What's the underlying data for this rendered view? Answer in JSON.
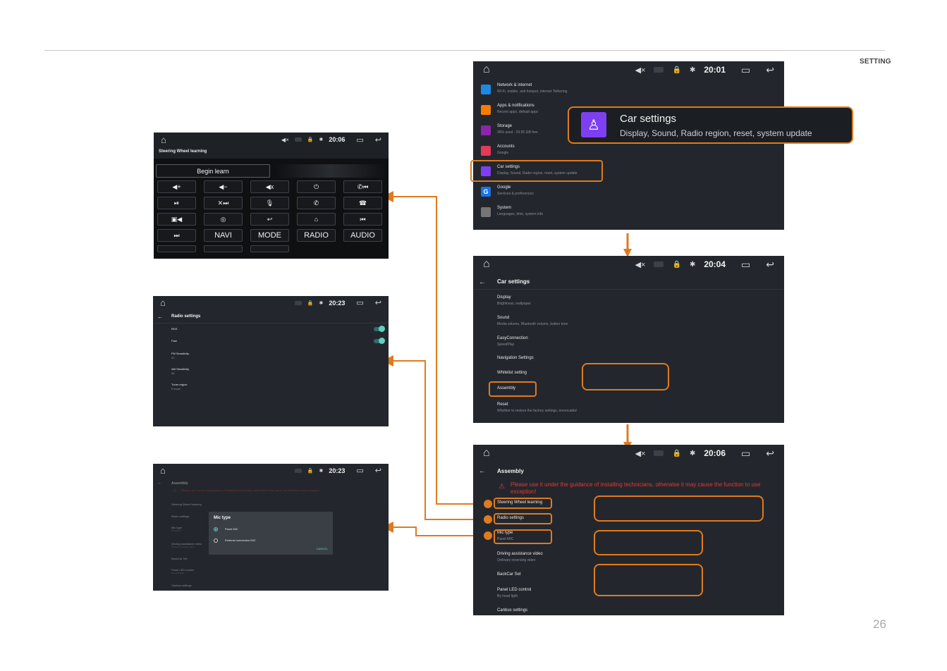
{
  "page": {
    "section_label": "SETTING",
    "page_number": "26"
  },
  "colors": {
    "accent": "#e07a1f",
    "screen_bg": "#23272d",
    "warning": "#e53935",
    "toggle": "#5fd0c2",
    "car_settings_icon": "#7e3ff2"
  },
  "icons": {
    "home": "home-icon",
    "mute": "mute-icon",
    "lock": "lock-icon",
    "bluetooth": "bluetooth-icon",
    "recent": "recent-apps-icon",
    "back": "back-icon"
  },
  "screen_settings": {
    "time": "20:01",
    "items": [
      {
        "title": "Network & internet",
        "subtitle": "Wi-Fi, mobile, and hotspot, internet Tethering",
        "icon": "wifi-icon",
        "color": "#1e88e5"
      },
      {
        "title": "Apps & notifications",
        "subtitle": "Recent apps, default apps",
        "icon": "apps-icon",
        "color": "#f57c00"
      },
      {
        "title": "Storage",
        "subtitle": "36% used - 20.55 GB free",
        "icon": "storage-icon",
        "color": "#8e24aa"
      },
      {
        "title": "Accounts",
        "subtitle": "Google",
        "icon": "accounts-icon",
        "color": "#e53958"
      },
      {
        "title": "Car settings",
        "subtitle": "Display, Sound, Radio region, reset, system update",
        "icon": "car-settings-icon",
        "color": "#7e3ff2"
      },
      {
        "title": "Google",
        "subtitle": "Services & preferences",
        "icon": "google-icon",
        "color": "#1a73e8",
        "glyph": "G"
      },
      {
        "title": "System",
        "subtitle": "Languages, time, system info",
        "icon": "system-info-icon",
        "color": "#757575"
      }
    ],
    "callout": {
      "title": "Car settings",
      "subtitle": "Display, Sound, Radio region, reset, system update"
    }
  },
  "screen_car_settings": {
    "time": "20:04",
    "title": "Car settings",
    "items": [
      {
        "title": "Display",
        "subtitle": "Brightness, wallpaper"
      },
      {
        "title": "Sound",
        "subtitle": "Media volume, Bluetooth volume, button tone"
      },
      {
        "title": "EasyConnection",
        "subtitle": "SpeedPlay"
      },
      {
        "title": "Navigation Settings",
        "subtitle": ""
      },
      {
        "title": "Whitelist setting",
        "subtitle": ""
      },
      {
        "title": "Assembly",
        "subtitle": ""
      },
      {
        "title": "Reset",
        "subtitle": "Whether to restore the factory settings, irrevocable!"
      }
    ]
  },
  "screen_assembly": {
    "time": "20:06",
    "title": "Assembly",
    "warning": "Please use it under the guidance of installing technicians, otherwise it may cause the function to use exception!",
    "items": [
      {
        "title": "Steering Wheel learning",
        "subtitle": ""
      },
      {
        "title": "Radio settings",
        "subtitle": ""
      },
      {
        "title": "Mic type",
        "subtitle": "Panel MIC"
      },
      {
        "title": "Driving assistance video",
        "subtitle": "Ordinary reversing video"
      },
      {
        "title": "BackCar Set",
        "subtitle": ""
      },
      {
        "title": "Panel LED control",
        "subtitle": "By head light"
      },
      {
        "title": "Canbus settings",
        "subtitle": ""
      }
    ]
  },
  "screen_steering": {
    "time": "20:06",
    "title": "Steering Wheel learning",
    "begin_label": "Begin learn",
    "buttons": [
      {
        "icon": "volume-up-icon",
        "glyph": "◀+"
      },
      {
        "icon": "volume-down-icon",
        "glyph": "◀−"
      },
      {
        "icon": "mute-icon",
        "glyph": "◀x"
      },
      {
        "icon": "power-icon",
        "glyph": "⏻"
      },
      {
        "icon": "call-previous-icon",
        "glyph": "✆⏮"
      },
      {
        "icon": "play-pause-icon",
        "glyph": "⏯"
      },
      {
        "icon": "mute-next-icon",
        "glyph": "✕⏭"
      },
      {
        "icon": "microphone-icon",
        "glyph": "🎙"
      },
      {
        "icon": "phone-icon",
        "glyph": "✆"
      },
      {
        "icon": "hang-up-icon",
        "glyph": "☎"
      },
      {
        "icon": "mode-speaker-icon",
        "glyph": "▣◀"
      },
      {
        "icon": "voice-assistant-icon",
        "glyph": "◎"
      },
      {
        "icon": "back-icon",
        "glyph": "↩"
      },
      {
        "icon": "home-icon",
        "glyph": "⌂"
      },
      {
        "icon": "previous-track-icon",
        "glyph": "⏮"
      },
      {
        "icon": "next-track-icon",
        "glyph": "⏭"
      },
      {
        "icon": "navi-label",
        "glyph": "NAVI"
      },
      {
        "icon": "mode-label",
        "glyph": "MODE"
      },
      {
        "icon": "radio-label",
        "glyph": "RADIO"
      },
      {
        "icon": "audio-label",
        "glyph": "AUDIO"
      }
    ]
  },
  "screen_radio": {
    "time": "20:23",
    "title": "Radio settings",
    "items": [
      {
        "title": "RDS",
        "subtitle": "",
        "toggle": true
      },
      {
        "title": "Fast",
        "subtitle": "",
        "toggle": true
      },
      {
        "title": "FM Sensitivity",
        "subtitle": "20",
        "toggle": false
      },
      {
        "title": "AM Sensitivity",
        "subtitle": "36",
        "toggle": false
      },
      {
        "title": "Tuner region",
        "subtitle": "Europe",
        "toggle": false
      }
    ]
  },
  "screen_mic": {
    "time": "20:23",
    "title": "Assembly",
    "warning": "Please use it under the guidance of installing technicians, otherwise it may cause the function to use exception!",
    "items": [
      {
        "title": "Steering Wheel learning",
        "subtitle": ""
      },
      {
        "title": "Radio settings",
        "subtitle": ""
      },
      {
        "title": "Mic type",
        "subtitle": "Panel MIC"
      },
      {
        "title": "Driving assistance video",
        "subtitle": "Ordinary reversing video"
      },
      {
        "title": "BackCar Set",
        "subtitle": ""
      },
      {
        "title": "Panel LED control",
        "subtitle": "By head light"
      },
      {
        "title": "Canbus settings",
        "subtitle": ""
      }
    ],
    "dialog": {
      "title": "Mic type",
      "options": [
        "Panel MIC",
        "External connection MIC"
      ],
      "selected": 0,
      "cancel": "CANCEL"
    }
  }
}
